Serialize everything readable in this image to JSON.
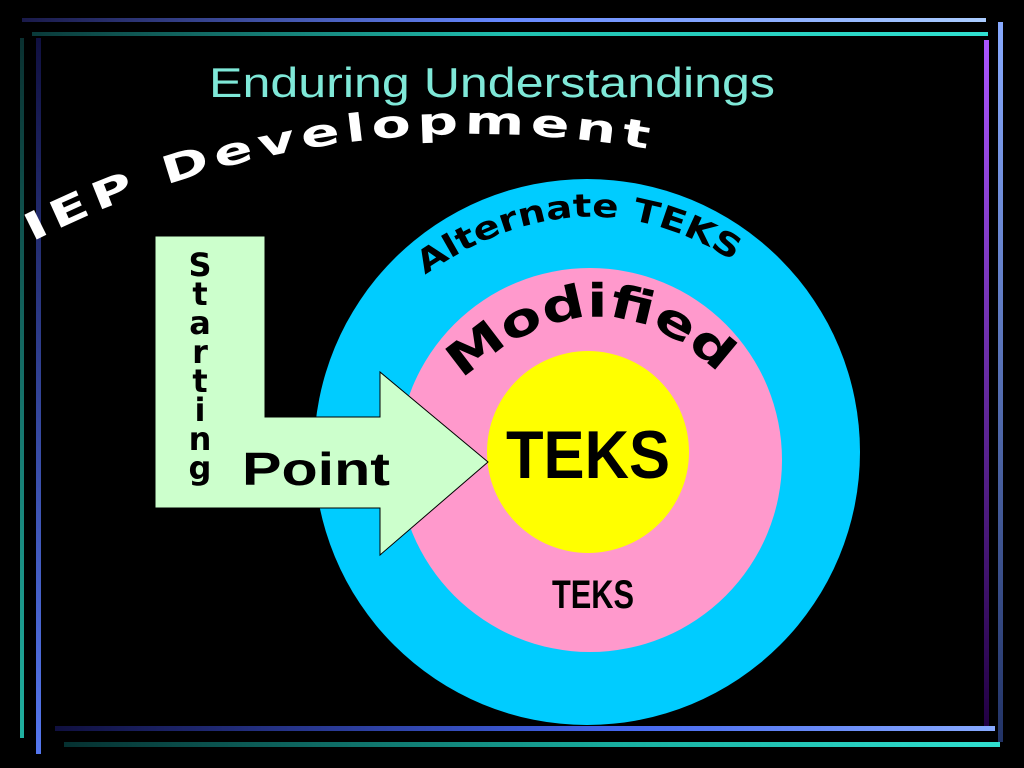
{
  "slide": {
    "title": "Enduring Understandings"
  },
  "labels": {
    "arc_top": "IEP Development",
    "ring_outer": "Alternate TEKS",
    "ring_middle": "Modified",
    "ring_middle_bottom": "TEKS",
    "center": "TEKS",
    "starting": "Starting",
    "point": "Point"
  },
  "colors": {
    "background": "#000000",
    "title": "#7FE8D8",
    "outer_ring": "#00CCFF",
    "middle_ring": "#FF99CC",
    "center_circle": "#FFFF00",
    "arrow_fill": "#CCFFCC",
    "border_teal": "#20B2AA",
    "border_blue": "#3366FF",
    "border_purple": "#9933FF",
    "border_light": "#99CCFF"
  }
}
